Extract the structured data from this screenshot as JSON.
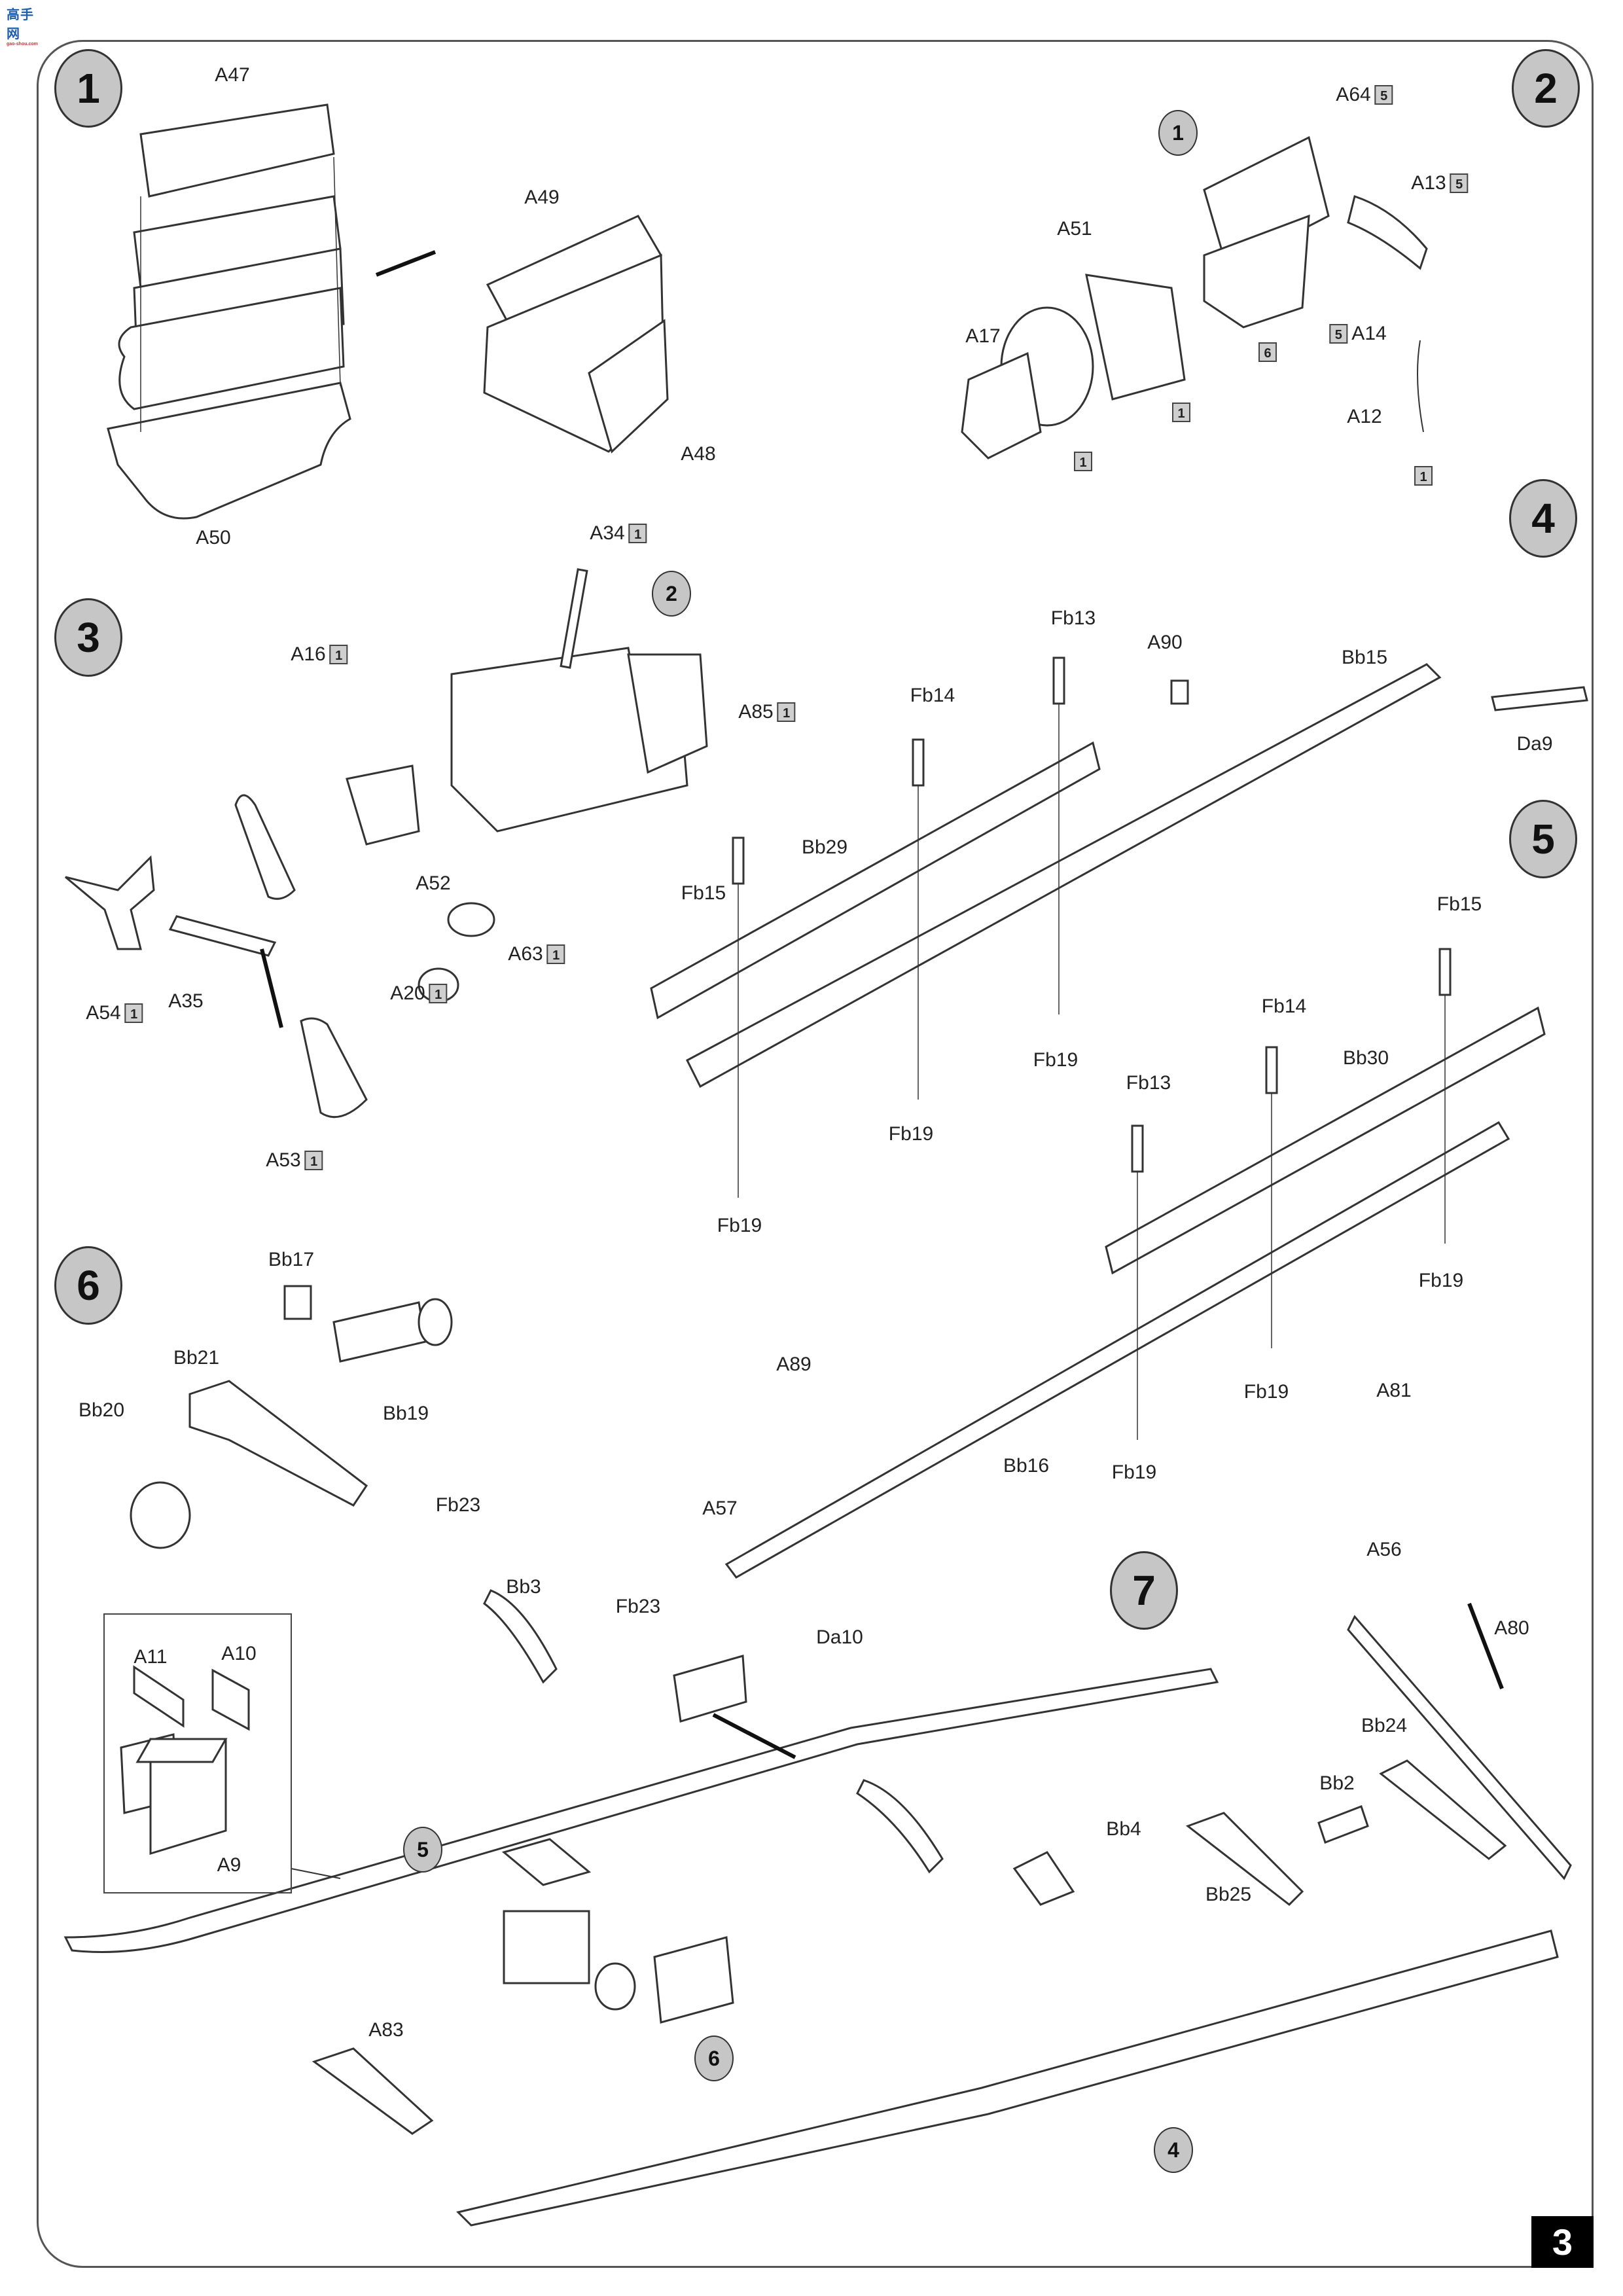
{
  "watermark": {
    "logo_text": "高手网",
    "url": "gao-shou.com"
  },
  "page_number": "3",
  "steps": [
    {
      "number": "1",
      "parts": [
        "A47",
        "A49",
        "A48",
        "A50"
      ]
    },
    {
      "number": "2",
      "parts": [
        "A64",
        "A13",
        "A51",
        "A17",
        "A14",
        "A12"
      ],
      "subassembly": "1"
    },
    {
      "number": "3",
      "parts": [
        "A34",
        "A16",
        "A85",
        "A52",
        "A63",
        "A54",
        "A35",
        "A20",
        "A53"
      ],
      "subassembly": "2"
    },
    {
      "number": "4",
      "parts": [
        "Fb13",
        "A90",
        "Bb15",
        "Da9",
        "Fb14",
        "Bb29",
        "Fb15",
        "Fb19"
      ]
    },
    {
      "number": "5",
      "parts": [
        "Fb15",
        "Fb14",
        "Bb30",
        "Fb13",
        "Fb19"
      ]
    },
    {
      "number": "6",
      "parts": [
        "Bb17",
        "Bb21",
        "Bb19",
        "Bb20"
      ]
    },
    {
      "number": "7",
      "parts": [
        "A57",
        "A89",
        "Bb16",
        "Da10",
        "A81",
        "A56",
        "A80",
        "Fb23",
        "Bb3",
        "A11",
        "A10",
        "A9",
        "A83",
        "Bb4",
        "Bb25",
        "Bb2",
        "Bb24"
      ],
      "subassemblies": [
        "5",
        "6",
        "4"
      ]
    }
  ],
  "labels": {
    "A47": "A47",
    "A49": "A49",
    "A48": "A48",
    "A50": "A50",
    "A64": "A64",
    "A13": "A13",
    "A51": "A51",
    "A17": "A17",
    "A14": "A14",
    "A12": "A12",
    "A34": "A34",
    "A16": "A16",
    "A85": "A85",
    "A52": "A52",
    "A63": "A63",
    "A54": "A54",
    "A35": "A35",
    "A20": "A20",
    "A53": "A53",
    "Fb13": "Fb13",
    "A90": "A90",
    "Bb15": "Bb15",
    "Da9": "Da9",
    "Fb14": "Fb14",
    "Bb29": "Bb29",
    "Fb15": "Fb15",
    "Fb19": "Fb19",
    "Bb30": "Bb30",
    "Bb17": "Bb17",
    "Bb21": "Bb21",
    "Bb19": "Bb19",
    "Bb20": "Bb20",
    "A57": "A57",
    "A89": "A89",
    "Bb16": "Bb16",
    "Da10": "Da10",
    "A81": "A81",
    "A56": "A56",
    "A80": "A80",
    "Fb23": "Fb23",
    "Bb3": "Bb3",
    "A11": "A11",
    "A10": "A10",
    "A9": "A9",
    "A83": "A83",
    "Bb4": "Bb4",
    "Bb25": "Bb25",
    "Bb2": "Bb2",
    "Bb24": "Bb24"
  },
  "badges": {
    "A64": "5",
    "A13": "5",
    "A14": "5",
    "step2_block": "6",
    "A51": "1",
    "A17": "1",
    "A12": "1",
    "A34": "1",
    "A16": "1",
    "A85": "1",
    "A63": "1",
    "A54": "1",
    "A20": "1",
    "A53": "1"
  },
  "colors": {
    "step_circle": "#c6c6c6",
    "badge": "#cfcfcf",
    "page_box": "#000000"
  }
}
